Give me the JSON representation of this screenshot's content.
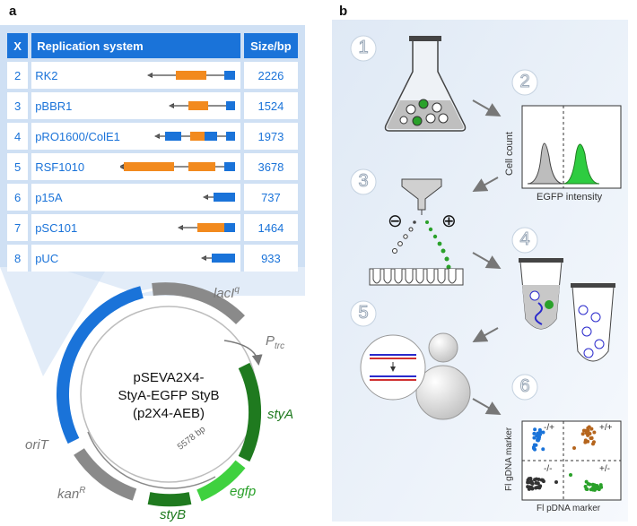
{
  "panels": {
    "a": "a",
    "b": "b"
  },
  "table": {
    "headers": {
      "x": "X",
      "system": "Replication system",
      "size": "Size/bp"
    },
    "rows": [
      {
        "x": "2",
        "system": "RK2",
        "size": "2226"
      },
      {
        "x": "3",
        "system": "pBBR1",
        "size": "1524"
      },
      {
        "x": "4",
        "system": "pRO1600/ColE1",
        "size": "1973"
      },
      {
        "x": "5",
        "system": "RSF1010",
        "size": "3678"
      },
      {
        "x": "6",
        "system": "p15A",
        "size": "737"
      },
      {
        "x": "7",
        "system": "pSC101",
        "size": "1464"
      },
      {
        "x": "8",
        "system": "pUC",
        "size": "933"
      }
    ]
  },
  "plasmid": {
    "name_line1": "pSEVA2X4-",
    "name_line2": "StyA-EGFP StyB",
    "name_line3": "(p2X4-AEB)",
    "size": "5578 bp",
    "labels": {
      "lacI": "lacI",
      "lacI_sup": "q",
      "ptrc": "P",
      "ptrc_sub": "trc",
      "styA": "styA",
      "egfp": "egfp",
      "styB": "styB",
      "kan": "kan",
      "kan_sup": "R",
      "oriT": "oriT"
    }
  },
  "steps": [
    "1",
    "2",
    "3",
    "4",
    "5",
    "6"
  ],
  "histogram": {
    "ylabel": "Cell count",
    "xlabel": "EGFP intensity"
  },
  "sorter": {
    "minus": "⊖",
    "plus": "⊕"
  },
  "scatter": {
    "ylabel": "Fl gDNA marker",
    "xlabel": "Fl pDNA marker",
    "quadrants": {
      "tl": "-/+",
      "tr": "+/+",
      "bl": "-/-",
      "br": "+/-"
    }
  },
  "colors": {
    "blue": "#1a73d9",
    "orange": "#f28a1e",
    "green": "#2aa12a",
    "dark_green": "#1f7a1f",
    "light_green": "#4cd94c",
    "grey": "#8a8a8a",
    "brown": "#b5651d"
  }
}
